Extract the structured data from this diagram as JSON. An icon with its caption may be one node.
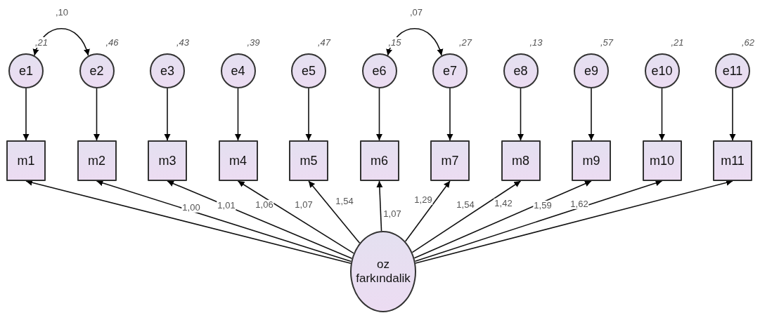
{
  "diagram": {
    "nodes": [
      {
        "text": [
          "e1"
        ],
        "beside": [
          ",21"
        ]
      },
      {
        "text": [
          "e2"
        ],
        "beside": [
          ",46"
        ]
      },
      {
        "text": [
          "e3"
        ],
        "beside": [
          ",43"
        ]
      },
      {
        "text": [
          "e4"
        ],
        "beside": [
          ",39"
        ]
      },
      {
        "text": [
          "e5"
        ],
        "beside": [
          ",47"
        ]
      },
      {
        "text": [
          "e6"
        ],
        "beside": [
          ",15"
        ]
      },
      {
        "text": [
          "e7"
        ],
        "beside": [
          ",27"
        ]
      },
      {
        "text": [
          "e8"
        ],
        "beside": [
          ",13"
        ]
      },
      {
        "text": [
          "e9"
        ],
        "beside": [
          ",57"
        ]
      },
      {
        "text": [
          "e10"
        ],
        "beside": [
          ",21"
        ]
      },
      {
        "text": [
          "e11"
        ],
        "beside": [
          ",62"
        ]
      },
      {
        "text": [
          "m1"
        ]
      },
      {
        "text": [
          "m2"
        ]
      },
      {
        "text": [
          "m3"
        ]
      },
      {
        "text": [
          "m4"
        ]
      },
      {
        "text": [
          "m5"
        ]
      },
      {
        "text": [
          "m6"
        ]
      },
      {
        "text": [
          "m7"
        ]
      },
      {
        "text": [
          "m8"
        ]
      },
      {
        "text": [
          "m9"
        ]
      },
      {
        "text": [
          "m10"
        ]
      },
      {
        "text": [
          "m11"
        ]
      },
      {
        "text": [
          "oz farkındalik"
        ]
      }
    ],
    "edges": [
      {
        "from": 0,
        "to": 11,
        "arrow": "to"
      },
      {
        "from": 1,
        "to": 12,
        "arrow": "to"
      },
      {
        "from": 2,
        "to": 13,
        "arrow": "to"
      },
      {
        "from": 3,
        "to": 14,
        "arrow": "to"
      },
      {
        "from": 4,
        "to": 15,
        "arrow": "to"
      },
      {
        "from": 5,
        "to": 16,
        "arrow": "to"
      },
      {
        "from": 6,
        "to": 17,
        "arrow": "to"
      },
      {
        "from": 7,
        "to": 18,
        "arrow": "to"
      },
      {
        "from": 8,
        "to": 19,
        "arrow": "to"
      },
      {
        "from": 9,
        "to": 20,
        "arrow": "to"
      },
      {
        "from": 10,
        "to": 21,
        "arrow": "to"
      },
      {
        "from": 0,
        "to": 1,
        "arrow": "both",
        "label": ",10"
      },
      {
        "from": 5,
        "to": 6,
        "arrow": "both",
        "label": ",07"
      },
      {
        "from": 22,
        "to": 11,
        "arrow": "to",
        "label": "1,00"
      },
      {
        "from": 22,
        "to": 12,
        "arrow": "to",
        "label": "1,01"
      },
      {
        "from": 22,
        "to": 13,
        "arrow": "to",
        "label": "1,06"
      },
      {
        "from": 22,
        "to": 14,
        "arrow": "to",
        "label": "1,07"
      },
      {
        "from": 22,
        "to": 15,
        "arrow": "to",
        "label": "1,54"
      },
      {
        "from": 22,
        "to": 16,
        "arrow": "to",
        "label": "1,07"
      },
      {
        "from": 22,
        "to": 17,
        "arrow": "to",
        "label": "1,29"
      },
      {
        "from": 22,
        "to": 18,
        "arrow": "to",
        "label": "1,54"
      },
      {
        "from": 22,
        "to": 19,
        "arrow": "to",
        "label": "1,42"
      },
      {
        "from": 22,
        "to": 20,
        "arrow": "to",
        "label": "1,59"
      },
      {
        "from": 22,
        "to": 21,
        "arrow": "to",
        "label": "1,62"
      }
    ]
  }
}
